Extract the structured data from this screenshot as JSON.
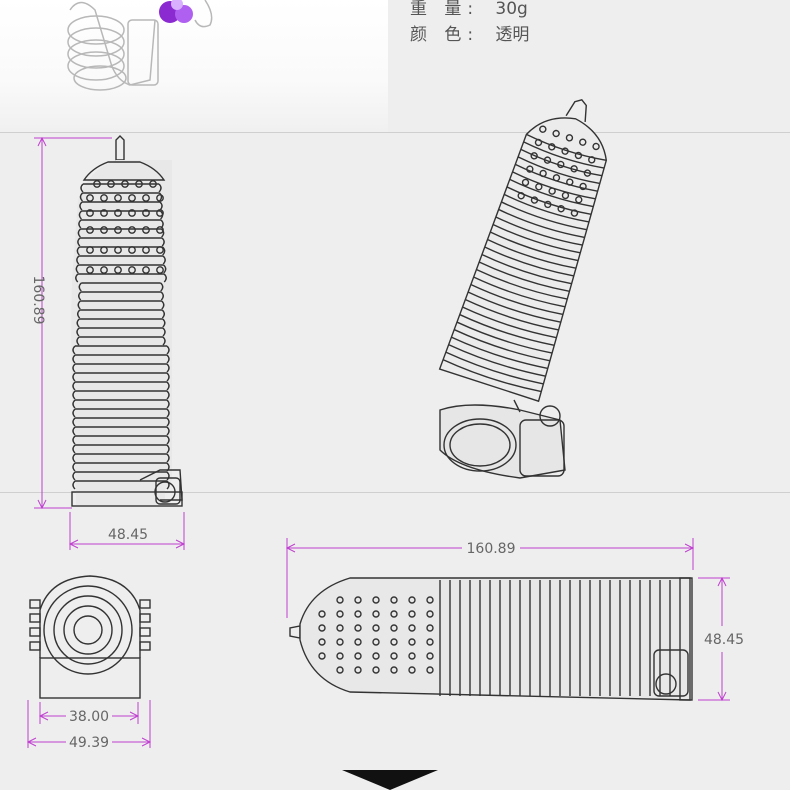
{
  "specs": [
    {
      "label": "重  量:",
      "value": "30g"
    },
    {
      "label": "颜  色:",
      "value": "透明"
    }
  ],
  "dimensions": {
    "front_height": "160.89",
    "front_width": "48.45",
    "bottom_inner": "38.00",
    "bottom_outer": "49.39",
    "side_length": "160.89",
    "side_height": "48.45"
  },
  "colors": {
    "dimension_line": "#c040d0",
    "outline": "#333333",
    "background": "#eeeeee"
  }
}
